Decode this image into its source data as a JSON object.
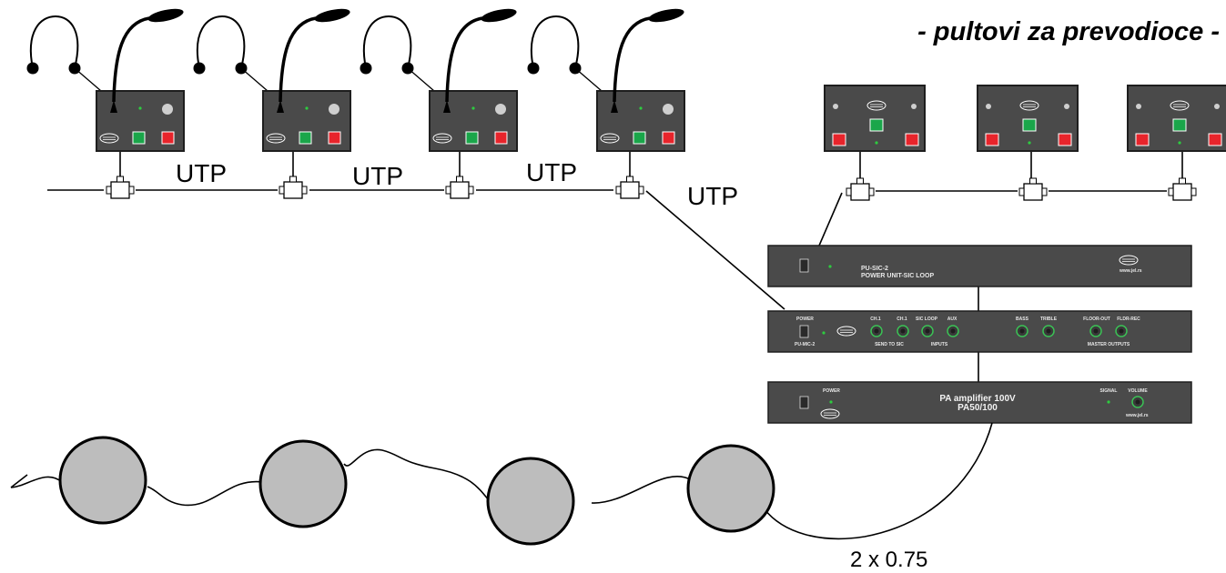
{
  "title": "- pultovi za prevodioce -",
  "cable_labels": [
    "UTP",
    "UTP",
    "UTP",
    "UTP"
  ],
  "speaker_cable_label": "2 x 0.75",
  "logo_text": "JEL",
  "power_unit": {
    "model": "PU-SIC-2",
    "name": "POWER UNIT-SIC LOOP",
    "web": "www.jel.rs"
  },
  "mixer": {
    "power": "POWER",
    "model": "PU-MIC-2",
    "inputs": [
      "CH.1",
      "CH.1",
      "SIC LOOP",
      "AUX"
    ],
    "group_send": "SEND TO SIC",
    "group_inputs": "INPUTS",
    "tone": [
      "BASS",
      "TRIBLE"
    ],
    "outputs": [
      "FLOOR-OUT",
      "FLDR-REC"
    ],
    "group_outputs": "MASTER OUTPUTS"
  },
  "amplifier": {
    "power": "POWER",
    "title_line1": "PA amplifier 100V",
    "title_line2": "PA50/100",
    "signal": "SIGNAL",
    "volume": "VOLUME",
    "web": "www.jel.rs"
  },
  "colors": {
    "panel": "#4a4a4a",
    "panel_edge": "#1e1e1e",
    "green_button": "#1aa64a",
    "red_button": "#e8242b",
    "led": "#2ecc40",
    "speaker": "#bdbdbd"
  }
}
